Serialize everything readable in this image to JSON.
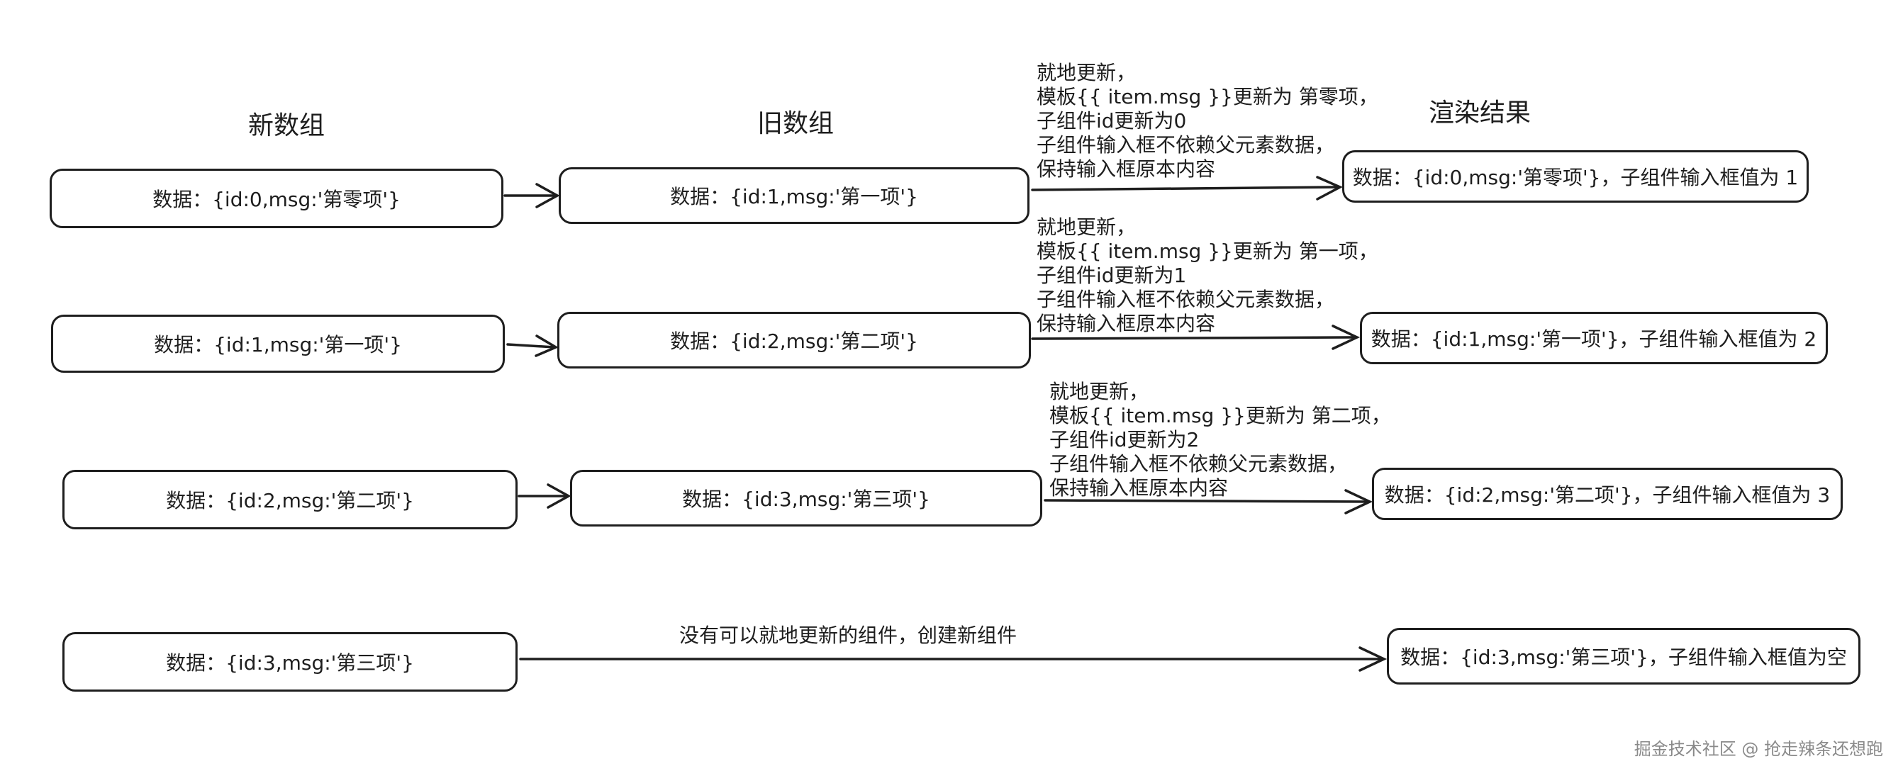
{
  "headings": {
    "new_array": "新数组",
    "old_array": "旧数组",
    "render_result": "渲染结果"
  },
  "new_array": [
    "数据：{id:0,msg:'第零项'}",
    "数据：{id:1,msg:'第一项'}",
    "数据：{id:2,msg:'第二项'}",
    "数据：{id:3,msg:'第三项'}"
  ],
  "old_array": [
    "数据：{id:1,msg:'第一项'}",
    "数据：{id:2,msg:'第二项'}",
    "数据：{id:3,msg:'第三项'}"
  ],
  "render_results": [
    "数据：{id:0,msg:'第零项'}，子组件输入框值为 1",
    "数据：{id:1,msg:'第一项'}，子组件输入框值为 2",
    "数据：{id:2,msg:'第二项'}，子组件输入框值为 3",
    "数据：{id:3,msg:'第三项'}，子组件输入框值为空"
  ],
  "notes": [
    [
      "就地更新，",
      "模板{{ item.msg }}更新为 第零项，",
      "子组件id更新为0",
      "子组件输入框不依赖父元素数据，",
      "保持输入框原本内容"
    ],
    [
      "就地更新，",
      "模板{{ item.msg }}更新为 第一项，",
      "子组件id更新为1",
      "子组件输入框不依赖父元素数据，",
      "保持输入框原本内容"
    ],
    [
      "就地更新，",
      "模板{{ item.msg }}更新为 第二项，",
      "子组件id更新为2",
      "子组件输入框不依赖父元素数据，",
      "保持输入框原本内容"
    ]
  ],
  "create_note": "没有可以就地更新的组件，创建新组件",
  "watermark": "掘金技术社区 @ 抢走辣条还想跑"
}
